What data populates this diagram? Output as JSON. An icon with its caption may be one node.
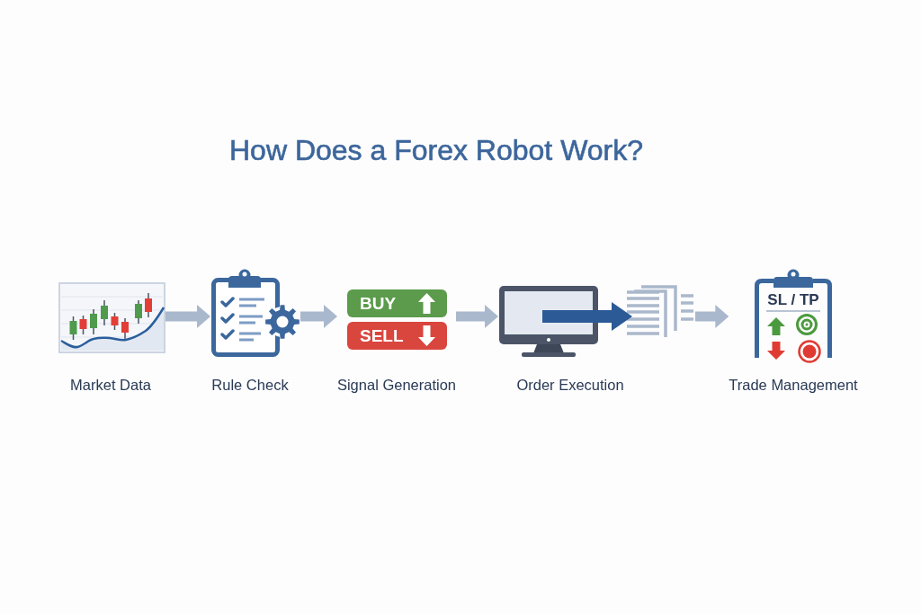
{
  "diagram": {
    "title": "How Does a Forex Robot Work?",
    "nodes": [
      {
        "text": [
          "Market Data"
        ]
      },
      {
        "text": [
          "Rule Check"
        ]
      },
      {
        "text": [
          "Signal Generation"
        ]
      },
      {
        "text": [
          "BUY"
        ],
        "in": 2
      },
      {
        "text": [
          "SELL"
        ],
        "in": 2
      },
      {
        "text": [
          "Order Execution"
        ]
      },
      {
        "text": [
          "SL / TP",
          "Trade Management"
        ]
      }
    ],
    "edges": [
      {
        "from": 0,
        "to": 1,
        "arrow": "to"
      },
      {
        "from": 1,
        "to": 2,
        "arrow": "to"
      },
      {
        "from": 2,
        "to": 5,
        "arrow": "to"
      },
      {
        "from": 5,
        "to": 6,
        "arrow": "to"
      }
    ]
  }
}
